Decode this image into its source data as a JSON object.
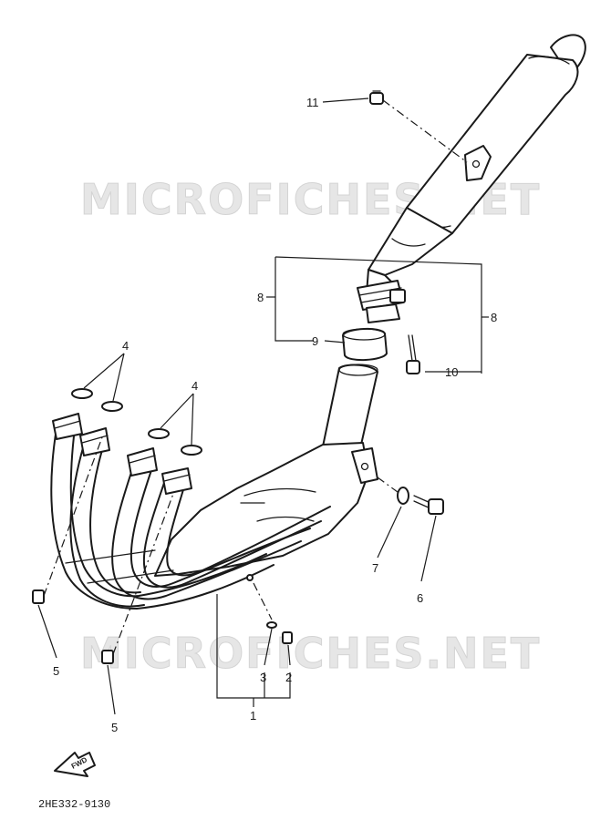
{
  "watermark_text": "MICROFICHES.NET",
  "fwd_label": "FWD",
  "diagram_code": "2HE332-9130",
  "callouts": {
    "p1": "1",
    "p2": "2",
    "p3": "3",
    "p4a": "4",
    "p4b": "4",
    "p5a": "5",
    "p5b": "5",
    "p6": "6",
    "p7": "7",
    "p8a": "8",
    "p8b": "8",
    "p9": "9",
    "p10": "10",
    "p11": "11"
  }
}
